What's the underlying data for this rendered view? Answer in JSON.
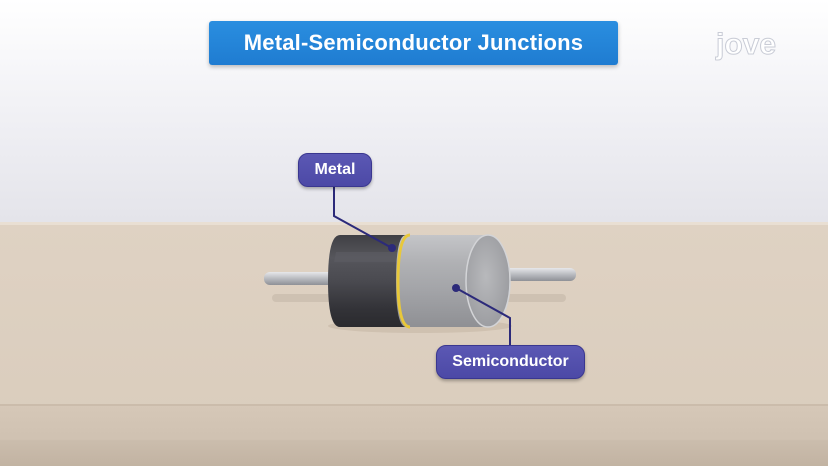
{
  "title": "Metal-Semiconductor Junctions",
  "brand": "jove",
  "labels": {
    "metal": "Metal",
    "semiconductor": "Semiconductor"
  },
  "colors": {
    "title_bg": "#2080d6",
    "label_bg": "#5451ae",
    "metal_body": "#4a4a4f",
    "semiconductor_body": "#a9aaad",
    "junction": "#e8c83a",
    "pointer_line": "#2c2a7a"
  }
}
